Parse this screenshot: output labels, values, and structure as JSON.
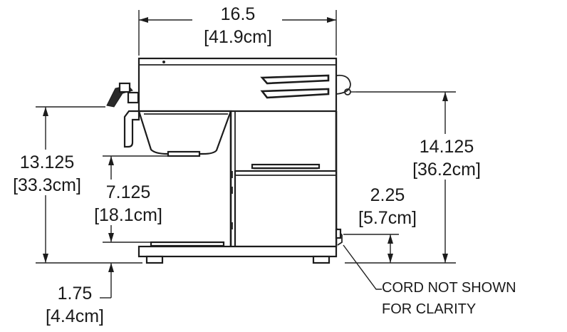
{
  "dimensions": {
    "width": {
      "inches": "16.5",
      "cm": "[41.9cm]"
    },
    "total_height": {
      "inches": "14.125",
      "cm": "[36.2cm]"
    },
    "funnel_height": {
      "inches": "13.125",
      "cm": "[33.3cm]"
    },
    "clearance": {
      "inches": "7.125",
      "cm": "[18.1cm]"
    },
    "outlet_height": {
      "inches": "2.25",
      "cm": "[5.7cm]"
    },
    "base_height": {
      "inches": "1.75",
      "cm": "[4.4cm]"
    }
  },
  "note": {
    "line1": "CORD NOT SHOWN",
    "line2": "FOR CLARITY"
  }
}
